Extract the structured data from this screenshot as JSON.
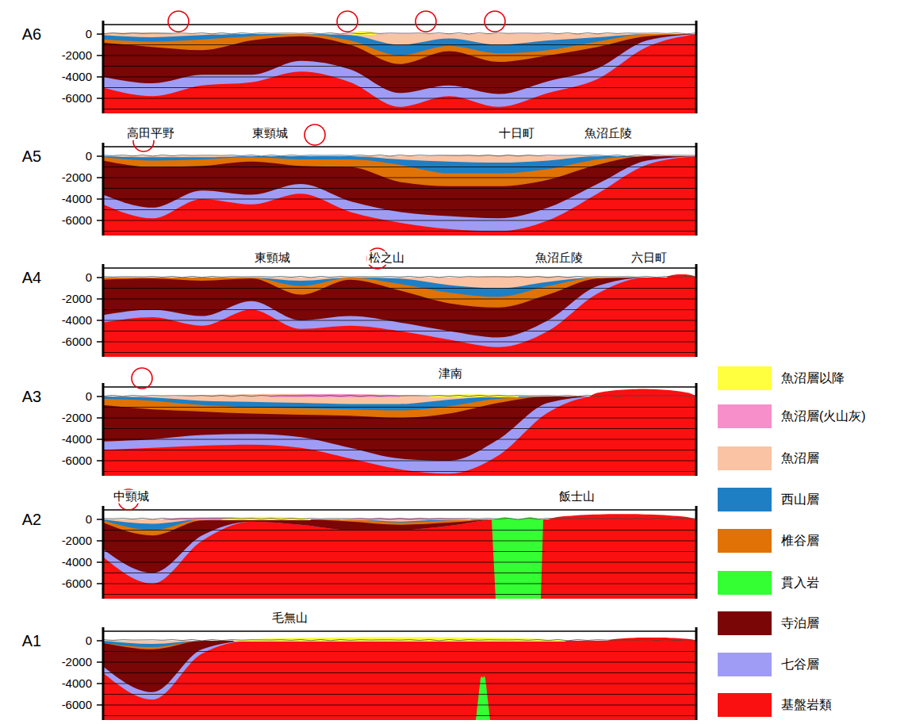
{
  "diagram": {
    "labels": [
      "A6",
      "0",
      "-2000",
      "-4000",
      "-6000",
      "高田平野",
      "東頸城",
      "十日町",
      "魚沼丘陵",
      "A5",
      "0",
      "-2000",
      "-4000",
      "-6000",
      "東頸城",
      "松之山",
      "魚沼丘陵",
      "六日町",
      "A4",
      "0",
      "-2000",
      "-4000",
      "-6000",
      "津南",
      "A3",
      "0",
      "-2000",
      "-4000",
      "-6000",
      "中頸城",
      "飯士山",
      "A2",
      "0",
      "-2000",
      "-4000",
      "-6000",
      "毛無山",
      "A1",
      "0",
      "-2000",
      "-4000",
      "-6000"
    ],
    "legend": [
      {
        "text": "魚沼層以降",
        "color": "#ffff40"
      },
      {
        "text": "魚沼層(火山灰)",
        "color": "#f78fcb"
      },
      {
        "text": "魚沼層",
        "color": "#f9c3a4"
      },
      {
        "text": "西山層",
        "color": "#1f7fc4"
      },
      {
        "text": "椎谷層",
        "color": "#e07206"
      },
      {
        "text": "貫入岩",
        "color": "#33ff33"
      },
      {
        "text": "寺泊層",
        "color": "#7a0606"
      },
      {
        "text": "七谷層",
        "color": "#9f9cf5"
      },
      {
        "text": "基盤岩類",
        "color": "#fa1010"
      }
    ]
  }
}
